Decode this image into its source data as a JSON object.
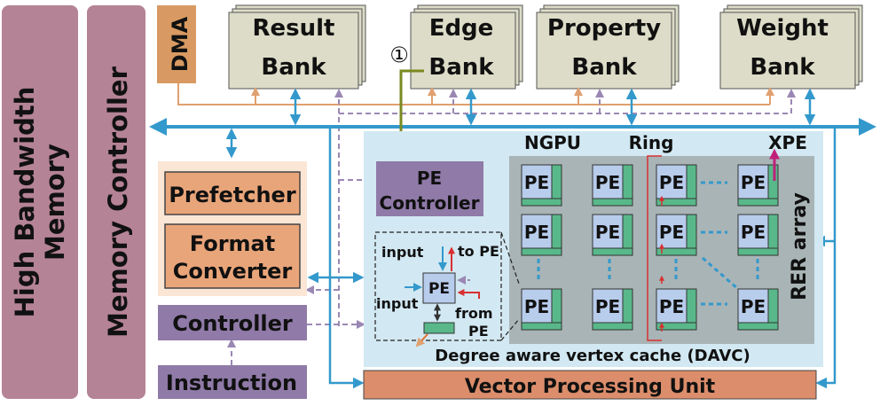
{
  "memory": {
    "hbm_line1": "High Bandwidth",
    "hbm_line2": "Memory",
    "controller": "Memory Controller"
  },
  "top": {
    "dma": "DMA",
    "result_bank": [
      "Result",
      "Bank"
    ],
    "edge_bank": [
      "Edge",
      "Bank"
    ],
    "property_bank": [
      "Property",
      "Bank"
    ],
    "weight_bank": [
      "Weight",
      "Bank"
    ],
    "circle_marker": "①"
  },
  "left": {
    "prefetcher": "Prefetcher",
    "format_converter": [
      "Format",
      "Converter"
    ],
    "controller": "Controller",
    "instruction": "Instruction"
  },
  "ngpu": {
    "label": "NGPU",
    "ring": "Ring",
    "xpe": "XPE",
    "rer_array": "RER array",
    "pe_controller": [
      "PE",
      "Controller"
    ],
    "pe_label": "PE",
    "cache": "Degree aware vertex cache (DAVC)",
    "inset": {
      "input_top": "input",
      "to_pe": "to PE",
      "input_left": "input",
      "from": "from",
      "pe_below": "PE",
      "pe_center": "PE"
    }
  },
  "vpu": "Vector Processing Unit",
  "colors": {
    "memory_bar": "#b58396",
    "bank": "#dcdcc8",
    "dma": "#d89a62",
    "orange_box": "#e9a57a",
    "orange_panel": "#fbe6d6",
    "purple": "#8f7aa8",
    "ngpu_bg": "#d2e8f2",
    "rer_bg": "#a9b4b6",
    "pe": "#b8ccec",
    "pe_green": "#59b88a",
    "vpu": "#dc8d6b",
    "bus": "#3399cc"
  }
}
